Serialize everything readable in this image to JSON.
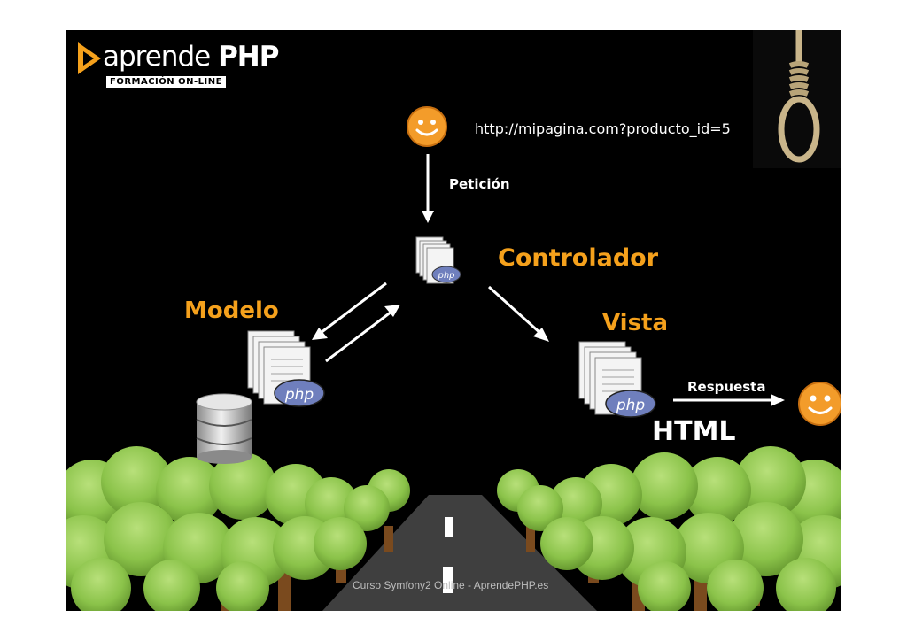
{
  "logo": {
    "brand": "aprende",
    "brand_strong": "PHP",
    "tagline": "FORMACIÓN ON-LINE"
  },
  "request": {
    "url": "http://mipagina.com?producto_id=5",
    "label": "Petición"
  },
  "controller": {
    "label": "Controlador"
  },
  "model": {
    "label": "Modelo"
  },
  "view": {
    "label": "Vista",
    "response_label": "Respuesta",
    "output": "HTML"
  },
  "file_badge": "php",
  "footer": "Curso Symfony2 Online - AprendePHP.es",
  "colors": {
    "accent": "#f5a11c",
    "background": "#000000",
    "tree": "#8bc34a",
    "road": "#3f3f3f",
    "smiley": "#f39c2a"
  },
  "icons": [
    "smiley-user-icon",
    "php-file-stack-icon",
    "database-icon",
    "noose-icon",
    "logo-play-icon"
  ]
}
